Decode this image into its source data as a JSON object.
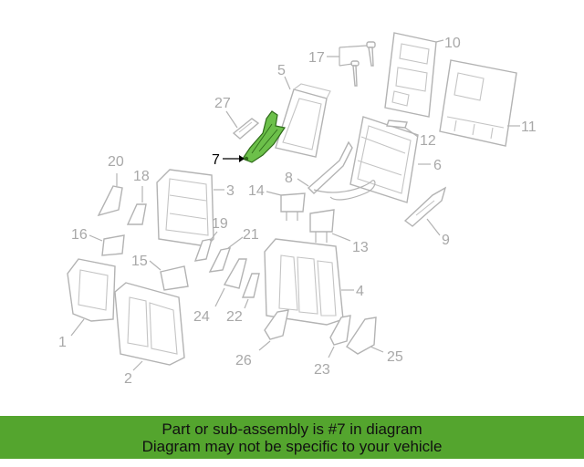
{
  "highlight_color": "#6cc04a",
  "banner": {
    "color": "#54a52e",
    "line1": "Part or sub-assembly is #7 in diagram",
    "line2": "Diagram may not be specific to your vehicle"
  },
  "callouts": {
    "c1": "1",
    "c2": "2",
    "c3": "3",
    "c4": "4",
    "c5": "5",
    "c6": "6",
    "c7": "7",
    "c8": "8",
    "c9": "9",
    "c10": "10",
    "c11": "11",
    "c12": "12",
    "c13": "13",
    "c14": "14",
    "c15": "15",
    "c16": "16",
    "c17": "17",
    "c18": "18",
    "c19": "19",
    "c20": "20",
    "c21": "21",
    "c22": "22",
    "c23": "23",
    "c24": "24",
    "c25": "25",
    "c26": "26",
    "c27": "27"
  }
}
